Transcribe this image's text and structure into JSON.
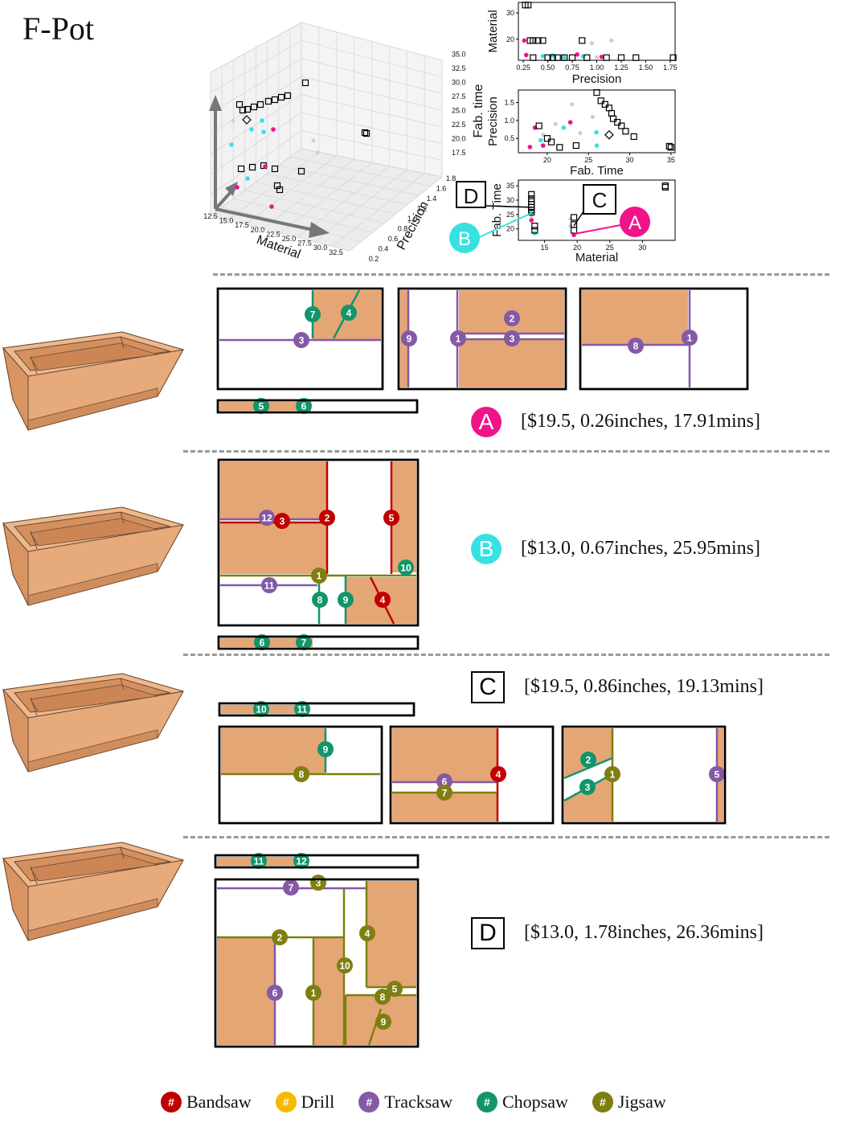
{
  "title": "F-Pot",
  "colors": {
    "wood": "#e5a676",
    "bandsaw": "#c00000",
    "drill": "#f6b800",
    "tracksaw": "#8459a6",
    "chopsaw": "#12956b",
    "jigsaw": "#7f7f11",
    "highlight_A": "#f0138a",
    "highlight_B": "#38e1e1"
  },
  "legend": [
    {
      "tool": "Bandsaw",
      "symbol": "#",
      "color_key": "bandsaw"
    },
    {
      "tool": "Drill",
      "symbol": "#",
      "color_key": "drill"
    },
    {
      "tool": "Tracksaw",
      "symbol": "#",
      "color_key": "tracksaw"
    },
    {
      "tool": "Chopsaw",
      "symbol": "#",
      "color_key": "chopsaw"
    },
    {
      "tool": "Jigsaw",
      "symbol": "#",
      "color_key": "jigsaw"
    }
  ],
  "designs": [
    {
      "label": "A",
      "badge": "round",
      "values": "[$19.5, 0.26inches, 17.91mins]"
    },
    {
      "label": "B",
      "badge": "round",
      "values": "[$13.0, 0.67inches, 25.95mins]"
    },
    {
      "label": "C",
      "badge": "box",
      "values": "[$19.5, 0.86inches, 19.13mins]"
    },
    {
      "label": "D",
      "badge": "box",
      "values": "[$13.0, 1.78inches, 26.36mins]"
    }
  ],
  "chart_data": [
    {
      "type": "scatter",
      "title": "",
      "xlabel": "Material",
      "ylabel": "Precision",
      "zlabel": "Fab. time",
      "x_ticks": [
        "12.5",
        "15.0",
        "17.5",
        "20.0",
        "22.5",
        "25.0",
        "27.5",
        "30.0",
        "32.5"
      ],
      "y_ticks": [
        "0.2",
        "0.4",
        "0.6",
        "0.8",
        "1.0",
        "1.2",
        "1.4",
        "1.6",
        "1.8"
      ],
      "z_ticks": [
        "17.5",
        "20.0",
        "22.5",
        "25.0",
        "27.5",
        "30.0",
        "32.5",
        "35.0"
      ]
    },
    {
      "type": "scatter",
      "xlabel": "Precision",
      "ylabel": "Material",
      "x_ticks": [
        "0.25",
        "0.50",
        "0.75",
        "1.00",
        "1.25",
        "1.50",
        "1.75"
      ],
      "y_ticks": [
        "20",
        "30"
      ],
      "xlim": [
        0.2,
        1.8
      ],
      "ylim": [
        12,
        34
      ],
      "pareto": [
        [
          0.27,
          33
        ],
        [
          0.3,
          33
        ],
        [
          0.32,
          19.5
        ],
        [
          0.35,
          19.5
        ],
        [
          0.4,
          19.5
        ],
        [
          0.45,
          19.5
        ],
        [
          0.35,
          13
        ],
        [
          0.5,
          13
        ],
        [
          0.55,
          13
        ],
        [
          0.6,
          13
        ],
        [
          0.67,
          13
        ],
        [
          0.85,
          19.5
        ],
        [
          0.75,
          13
        ],
        [
          0.9,
          13
        ],
        [
          1.1,
          13
        ],
        [
          1.25,
          13
        ],
        [
          1.4,
          13
        ],
        [
          1.78,
          13
        ]
      ],
      "others": [
        [
          0.95,
          18.5
        ],
        [
          1.15,
          19.5
        ],
        [
          0.65,
          13.5
        ],
        [
          1.0,
          13.2
        ]
      ],
      "magenta": [
        [
          0.26,
          19.5
        ],
        [
          0.28,
          14
        ],
        [
          0.8,
          14.2
        ],
        [
          1.05,
          13.3
        ]
      ],
      "cyan": [
        [
          0.45,
          13.6
        ],
        [
          0.55,
          13.8
        ],
        [
          0.67,
          13
        ],
        [
          0.86,
          13.5
        ]
      ]
    },
    {
      "type": "scatter",
      "xlabel": "Fab. Time",
      "ylabel": "Precision",
      "x_ticks": [
        "20",
        "25",
        "30",
        "35"
      ],
      "y_ticks": [
        "0.5",
        "1.0",
        "1.5"
      ],
      "xlim": [
        16.5,
        35.5
      ],
      "ylim": [
        0.1,
        1.85
      ],
      "pareto": [
        [
          26.0,
          1.78
        ],
        [
          26.5,
          1.55
        ],
        [
          27.0,
          1.45
        ],
        [
          27.5,
          1.35
        ],
        [
          27.8,
          1.2
        ],
        [
          28.0,
          1.05
        ],
        [
          28.5,
          0.95
        ],
        [
          29.0,
          0.85
        ],
        [
          29.5,
          0.7
        ],
        [
          30.5,
          0.55
        ],
        [
          19.0,
          0.85
        ],
        [
          20.0,
          0.5
        ],
        [
          20.5,
          0.4
        ],
        [
          21.5,
          0.25
        ],
        [
          23.5,
          0.3
        ],
        [
          34.8,
          0.28
        ],
        [
          35.0,
          0.25
        ]
      ],
      "diamond": [
        [
          27.5,
          0.6
        ]
      ],
      "others": [
        [
          19.5,
          0.6
        ],
        [
          21,
          0.9
        ],
        [
          23,
          1.45
        ],
        [
          25.5,
          1.1
        ],
        [
          24,
          0.65
        ]
      ],
      "magenta": [
        [
          17.9,
          0.26
        ],
        [
          18.5,
          0.8
        ],
        [
          19.5,
          0.3
        ],
        [
          22.8,
          0.95
        ]
      ],
      "cyan": [
        [
          19.2,
          0.45
        ],
        [
          22,
          0.8
        ],
        [
          25.95,
          0.67
        ],
        [
          26,
          0.3
        ]
      ]
    },
    {
      "type": "scatter",
      "xlabel": "Material",
      "ylabel": "Fab. Time",
      "x_ticks": [
        "15",
        "20",
        "25",
        "30"
      ],
      "y_ticks": [
        "20",
        "25",
        "30",
        "35"
      ],
      "xlim": [
        11,
        35
      ],
      "ylim": [
        16,
        37
      ],
      "pareto": [
        [
          13,
          32
        ],
        [
          13,
          30.5
        ],
        [
          13,
          29.5
        ],
        [
          13,
          28.5
        ],
        [
          13,
          27.5
        ],
        [
          13,
          26.5
        ],
        [
          13,
          25.8
        ],
        [
          13.5,
          21
        ],
        [
          13.5,
          19.5
        ],
        [
          19.5,
          24
        ],
        [
          19.5,
          21.5
        ],
        [
          19.5,
          19.5
        ],
        [
          33.5,
          35
        ],
        [
          33.5,
          34.5
        ]
      ],
      "others": [
        [
          19,
          23.5
        ],
        [
          19,
          21
        ],
        [
          13,
          24.5
        ]
      ],
      "magenta": [
        [
          19.5,
          17.9
        ],
        [
          13,
          23
        ]
      ],
      "cyan": [
        [
          13,
          25.95
        ],
        [
          13.5,
          18.5
        ]
      ],
      "callouts": [
        "D",
        "C",
        "B",
        "A"
      ]
    }
  ]
}
